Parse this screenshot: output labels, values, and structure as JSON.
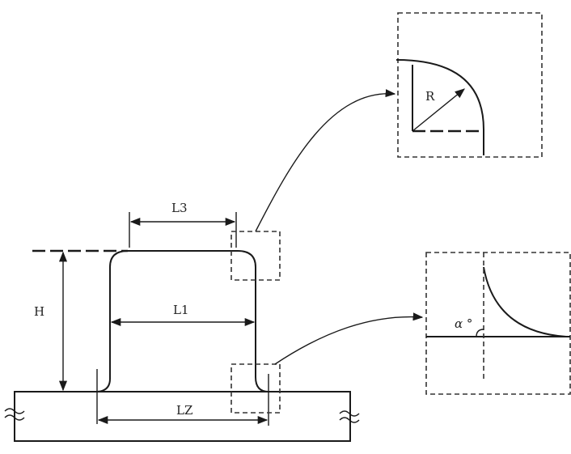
{
  "labels": {
    "l3": "L3",
    "l1": "L1",
    "l2": "LZ",
    "h": "H",
    "r": "R",
    "alpha": "α °"
  },
  "colors": {
    "line": "#1a1a1a",
    "background": "#ffffff"
  }
}
